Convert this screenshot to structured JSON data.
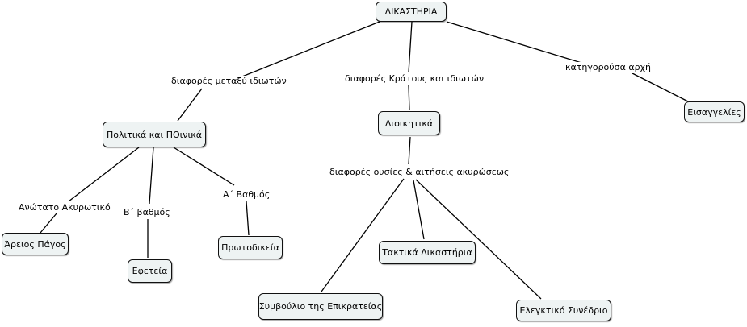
{
  "nodes": {
    "root": "ΔΙΚΑΣΤΗΡΙΑ",
    "civil_criminal": "Πολιτικά και ΠΟινικά",
    "administrative": "Διοικητικά",
    "prosecution": "Εισαγγελίες",
    "areios_pagos": "Άρειος Πάγος",
    "efeteia": "Εφετεία",
    "protodikeia": "Πρωτοδικεία",
    "council_of_state": "Συμβούλιο της Επικρατείας",
    "regular_admin_courts": "Τακτικά Δικαστήρια",
    "court_of_audit": "Ελεγκτικό Συνέδριο"
  },
  "links": {
    "private_disputes": "διαφορές μεταξύ ιδιωτών",
    "state_private_disputes": "διαφορές Κράτους και ιδιωτών",
    "accusing_authority": "κατηγορούσα αρχή",
    "supreme_cassation": "Ανώτατο Ακυρωτικό",
    "second_degree": "Β΄ βαθμός",
    "first_degree": "Α΄ Βαθμός",
    "substantive_annulment": "διαφορές ουσίες & αιτήσεις ακυρώσεως"
  }
}
